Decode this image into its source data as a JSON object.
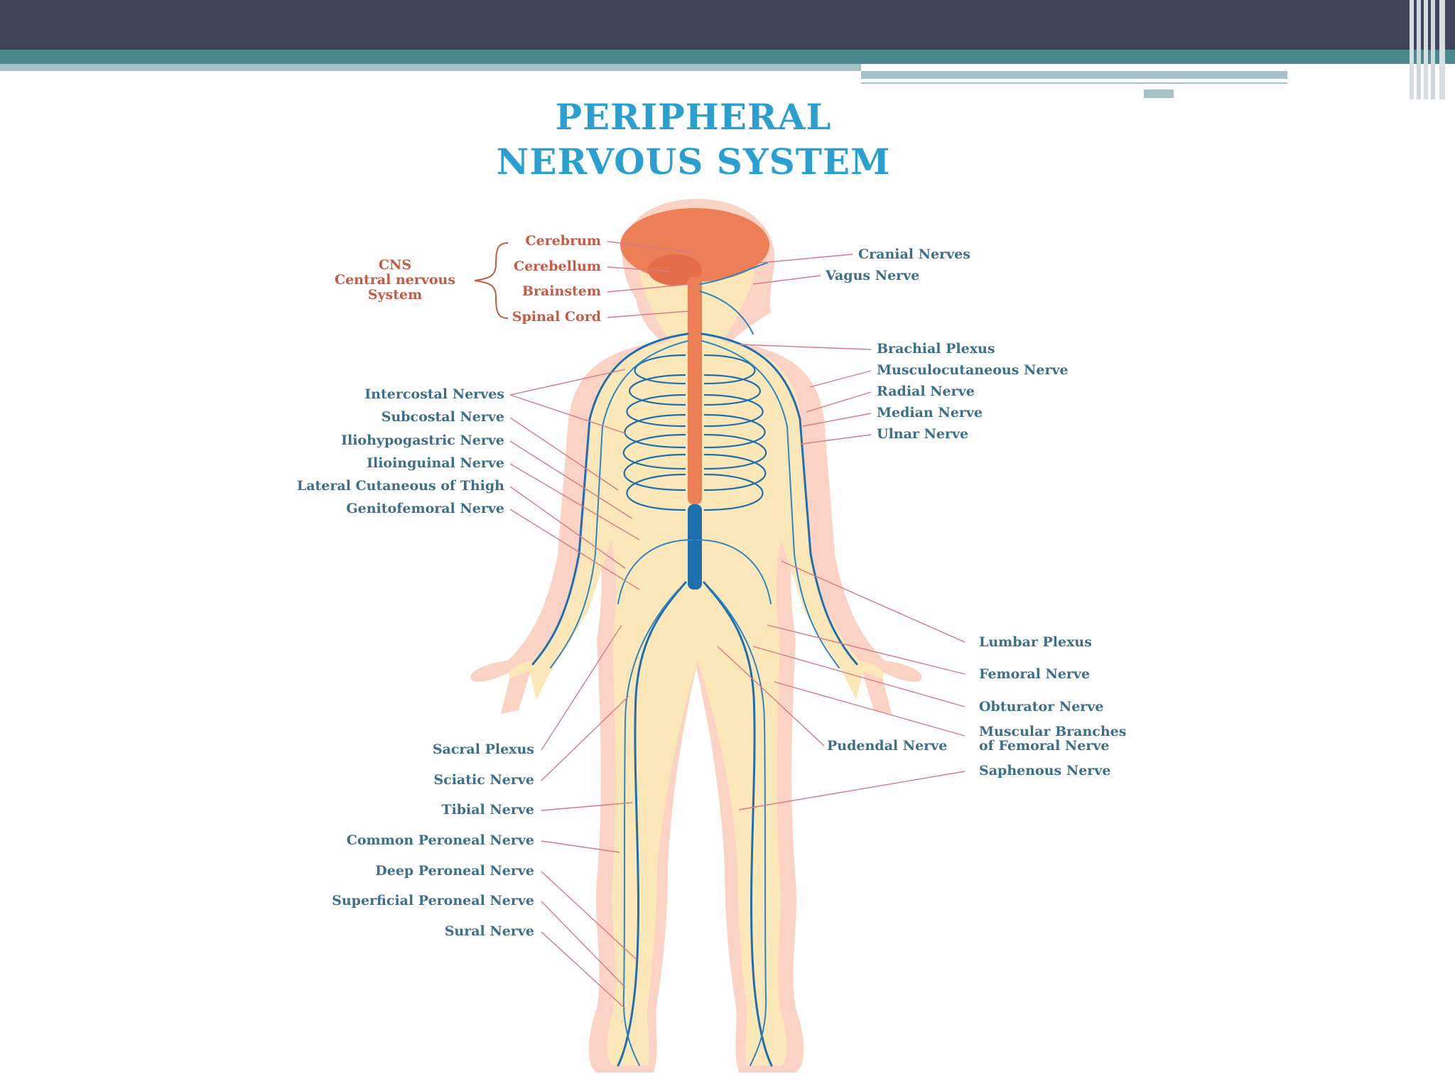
{
  "title": {
    "line1": "PERIPHERAL",
    "line2": "NERVOUS SYSTEM"
  },
  "colors": {
    "header_dark": "#40435a",
    "header_teal": "#4a8a8e",
    "header_light": "#a6c2c6",
    "title_blue": "#2a9fd0",
    "label_blue": "#3b6f8a",
    "label_red": "#c75a45",
    "nerve_blue": "#1f6fae",
    "body_skin": "#fbe7b8",
    "body_pink": "#fbd3c4",
    "cns_orange": "#ec7f56",
    "leader_pink": "#d67a8a"
  },
  "cns": {
    "heading": [
      "CNS",
      "Central nervous",
      "System"
    ],
    "items": [
      "Cerebrum",
      "Cerebellum",
      "Brainstem",
      "Spinal Cord"
    ]
  },
  "labels": {
    "left_upper": [
      "Intercostal Nerves",
      "Subcostal Nerve",
      "Iliohypogastric Nerve",
      "Ilioinguinal Nerve",
      "Lateral Cutaneous of Thigh",
      "Genitofemoral Nerve"
    ],
    "left_lower": [
      "Sacral Plexus",
      "Sciatic Nerve",
      "Tibial Nerve",
      "Common Peroneal Nerve",
      "Deep Peroneal Nerve",
      "Superficial Peroneal Nerve",
      "Sural Nerve"
    ],
    "right_upper": [
      "Cranial Nerves",
      "Vagus Nerve",
      "Brachial Plexus",
      "Musculocutaneous Nerve",
      "Radial Nerve",
      "Median Nerve",
      "Ulnar Nerve"
    ],
    "right_lower": [
      "Lumbar Plexus",
      "Femoral Nerve",
      "Obturator Nerve",
      "Muscular Branches",
      "of Femoral Nerve",
      "Pudendal Nerve",
      "Saphenous Nerve"
    ]
  }
}
